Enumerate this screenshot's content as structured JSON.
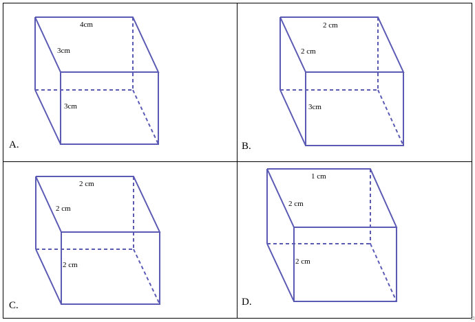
{
  "options": [
    {
      "letter": "A.",
      "top_label": "4cm",
      "side_label": "3cm",
      "height_label": "3cm"
    },
    {
      "letter": "B.",
      "top_label": "2 cm",
      "side_label": "2 cm",
      "height_label": "3cm"
    },
    {
      "letter": "C.",
      "top_label": "2 cm",
      "side_label": "2 cm",
      "height_label": "2 cm"
    },
    {
      "letter": "D.",
      "top_label": "1 cm",
      "side_label": "2 cm",
      "height_label": "2 cm"
    }
  ],
  "colors": {
    "edge": "#5a5ab5",
    "border": "#000000"
  }
}
